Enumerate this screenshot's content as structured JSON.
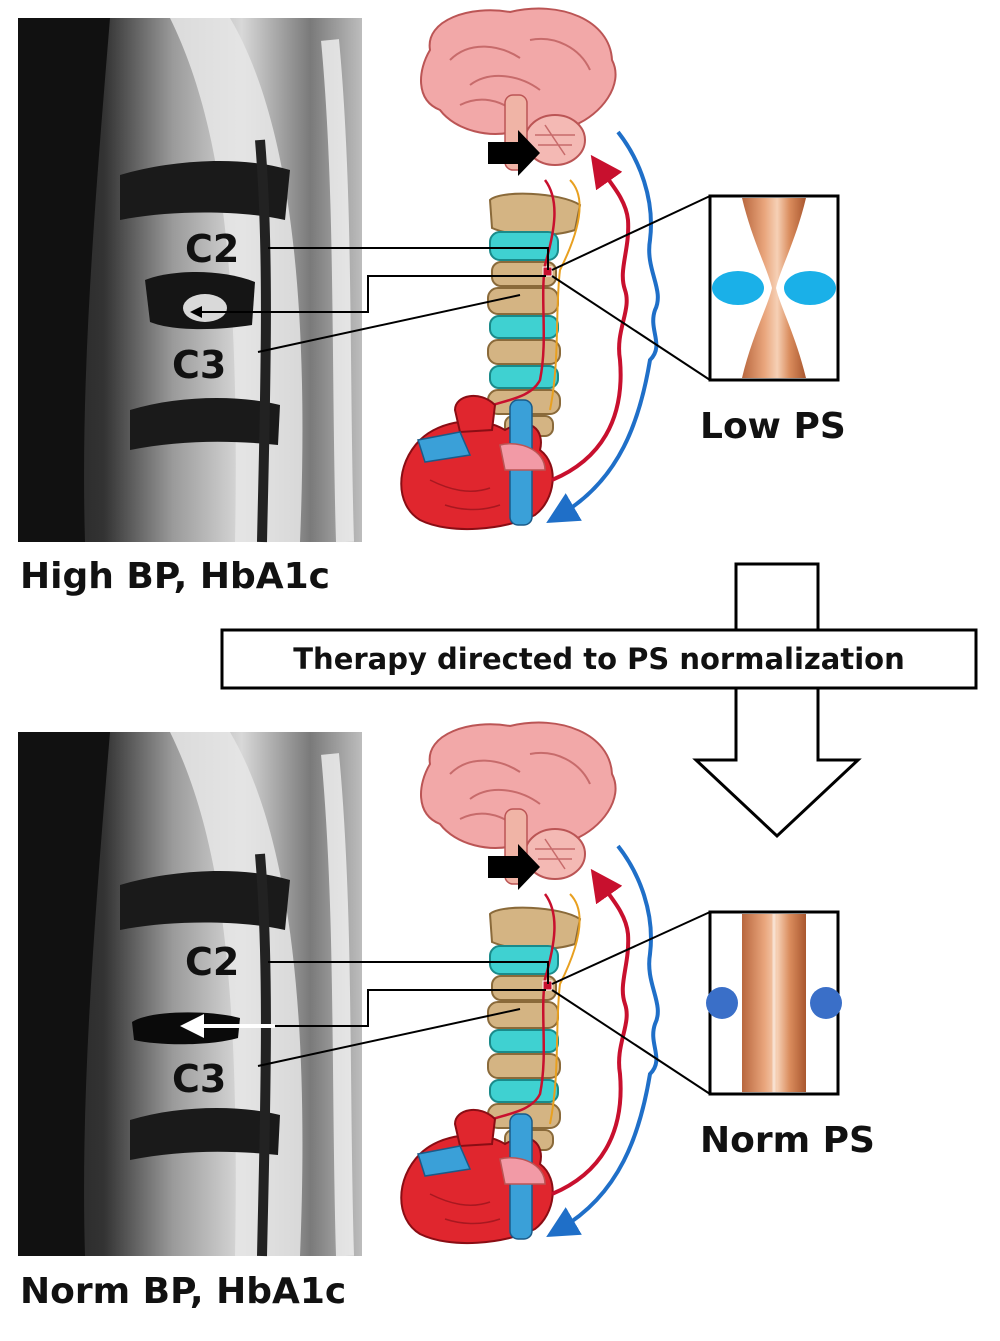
{
  "panels": [
    {
      "id": "top",
      "vertebra_labels": [
        "C2",
        "C3"
      ],
      "caption": "High BP, HbA1c",
      "ps_label": "Low PS",
      "artery_state": "constricted",
      "indicator_color": "#1ab0e8"
    },
    {
      "id": "bottom",
      "vertebra_labels": [
        "C2",
        "C3"
      ],
      "caption": "Norm BP, HbA1c",
      "ps_label": "Norm PS",
      "artery_state": "normal",
      "indicator_color": "#3a6fc8"
    }
  ],
  "therapy_label": "Therapy directed to PS normalization",
  "colors": {
    "arterial_flow": "#c8102e",
    "venous_flow": "#1f6fc8",
    "brain": "#f2a8a8",
    "heart": "#e0262e",
    "vertebra_bone": "#d4b483",
    "vertebra_disc": "#3fd1d1",
    "artery_wall": "#d98b5c"
  }
}
